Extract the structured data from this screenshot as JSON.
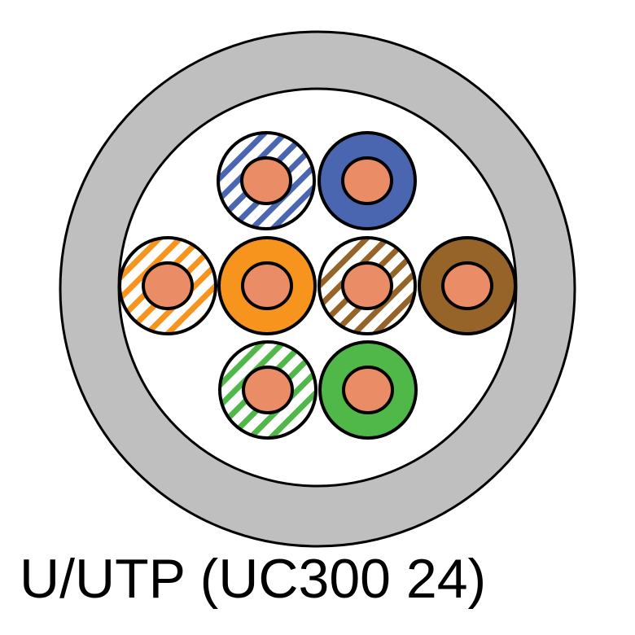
{
  "title": "U/UTP (UC300 24)",
  "colors": {
    "jacket": "#C0BFC0",
    "copper": "#EA8C65",
    "outline": "#000000",
    "blue": "#4A66B0",
    "orange": "#F7941D",
    "brown": "#966428",
    "green": "#50B848"
  },
  "wires": [
    {
      "name": "white-blue",
      "color": "blue",
      "striped": true,
      "row": 0,
      "col": 0
    },
    {
      "name": "blue",
      "color": "blue",
      "striped": false,
      "row": 0,
      "col": 1
    },
    {
      "name": "white-orange",
      "color": "orange",
      "striped": true,
      "row": 1,
      "col": 0
    },
    {
      "name": "orange",
      "color": "orange",
      "striped": false,
      "row": 1,
      "col": 1
    },
    {
      "name": "white-brown",
      "color": "brown",
      "striped": true,
      "row": 1,
      "col": 2
    },
    {
      "name": "brown",
      "color": "brown",
      "striped": false,
      "row": 1,
      "col": 3
    },
    {
      "name": "white-green",
      "color": "green",
      "striped": true,
      "row": 2,
      "col": 0
    },
    {
      "name": "green",
      "color": "green",
      "striped": false,
      "row": 2,
      "col": 1
    }
  ]
}
